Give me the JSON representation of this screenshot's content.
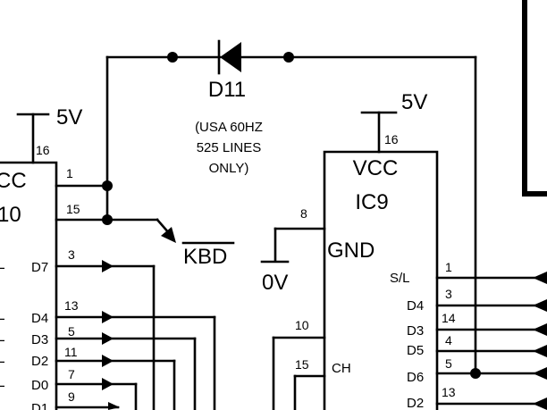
{
  "diode": {
    "label": "D11",
    "note_lines": [
      "(USA 60HZ",
      "525 LINES",
      "ONLY)"
    ]
  },
  "supply": {
    "left_label": "5V",
    "right_label": "5V",
    "ground_label": "0V"
  },
  "left_ic": {
    "vcc_partial": "CC",
    "name_partial": "10",
    "vcc_pin": "16",
    "pins": [
      {
        "num": "1",
        "label": ""
      },
      {
        "num": "15",
        "label": ""
      },
      {
        "num": "3",
        "label": "D7"
      },
      {
        "num": "13",
        "label": "D4"
      },
      {
        "num": "5",
        "label": "D3"
      },
      {
        "num": "11",
        "label": "D2"
      },
      {
        "num": "7",
        "label": "D0"
      },
      {
        "num": "9",
        "label": "D1"
      }
    ]
  },
  "kbd_label": "KBD",
  "right_ic": {
    "vcc": "VCC",
    "name": "IC9",
    "gnd": "GND",
    "vcc_pin": "16",
    "gnd_pin": "8",
    "left_pins": [
      {
        "num": "10",
        "label": ""
      },
      {
        "num": "15",
        "label": "CH"
      }
    ],
    "right_pins": [
      {
        "num": "1",
        "label": "S/L"
      },
      {
        "num": "3",
        "label": "D4"
      },
      {
        "num": "14",
        "label": "D3"
      },
      {
        "num": "4",
        "label": "D5"
      },
      {
        "num": "5",
        "label": "D6"
      },
      {
        "num": "13",
        "label": "D2"
      }
    ]
  }
}
